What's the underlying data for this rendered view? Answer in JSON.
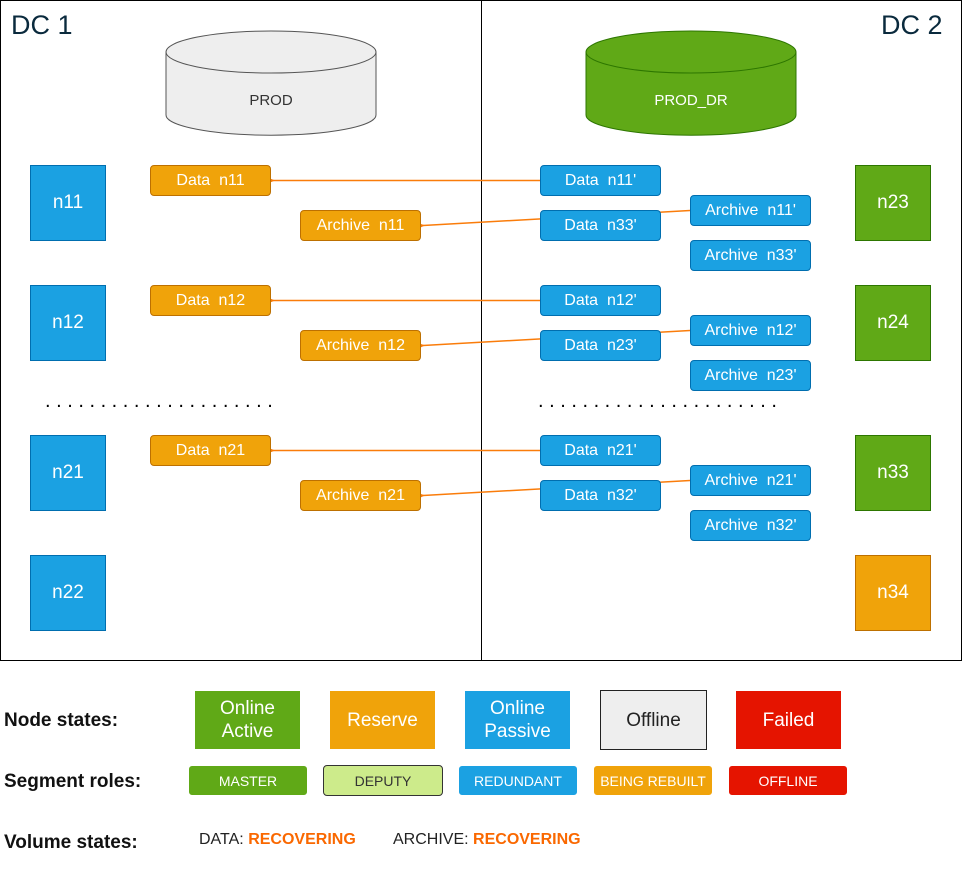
{
  "dc1": {
    "title": "DC 1",
    "database": {
      "label": "PROD",
      "state": "Offline",
      "color": "#eeeeee"
    },
    "nodes": [
      {
        "id": "n11",
        "state": "Online Passive"
      },
      {
        "id": "n12",
        "state": "Online Passive"
      },
      {
        "id": "n21",
        "state": "Online Passive"
      },
      {
        "id": "n22",
        "state": "Online Passive"
      }
    ],
    "segments": [
      {
        "label": "Data  n11",
        "role": "BEING REBUILT"
      },
      {
        "label": "Archive  n11",
        "role": "BEING REBUILT"
      },
      {
        "label": "Data  n12",
        "role": "BEING REBUILT"
      },
      {
        "label": "Archive  n12",
        "role": "BEING REBUILT"
      },
      {
        "label": "Data  n21",
        "role": "BEING REBUILT"
      },
      {
        "label": "Archive  n21",
        "role": "BEING REBUILT"
      }
    ],
    "ellipsis": ". . . . . . . . . . . . . . . . . . . . ."
  },
  "dc2": {
    "title": "DC 2",
    "database": {
      "label": "PROD_DR",
      "state": "Online Active",
      "color": "#60a917"
    },
    "nodes": [
      {
        "id": "n23",
        "state": "Online Active"
      },
      {
        "id": "n24",
        "state": "Online Active"
      },
      {
        "id": "n33",
        "state": "Online Active"
      },
      {
        "id": "n34",
        "state": "Reserve"
      }
    ],
    "data_segments": [
      {
        "label": "Data  n11'",
        "role": "REDUNDANT"
      },
      {
        "label": "Data  n33'",
        "role": "REDUNDANT"
      },
      {
        "label": "Data  n12'",
        "role": "REDUNDANT"
      },
      {
        "label": "Data  n23'",
        "role": "REDUNDANT"
      },
      {
        "label": "Data  n21'",
        "role": "REDUNDANT"
      },
      {
        "label": "Data  n32'",
        "role": "REDUNDANT"
      }
    ],
    "archive_segments": [
      {
        "label": "Archive  n11'",
        "role": "REDUNDANT"
      },
      {
        "label": "Archive  n33'",
        "role": "REDUNDANT"
      },
      {
        "label": "Archive  n12'",
        "role": "REDUNDANT"
      },
      {
        "label": "Archive  n23'",
        "role": "REDUNDANT"
      },
      {
        "label": "Archive  n21'",
        "role": "REDUNDANT"
      },
      {
        "label": "Archive  n32'",
        "role": "REDUNDANT"
      }
    ],
    "ellipsis": ". . . . . . . . . . . . . . . . . . . . . ."
  },
  "replication": {
    "color": "#fa7c0a",
    "links": [
      {
        "from": "Data  n11'",
        "to": "Data  n11"
      },
      {
        "from": "Archive  n11'",
        "to": "Archive  n11"
      },
      {
        "from": "Data  n12'",
        "to": "Data  n12"
      },
      {
        "from": "Archive  n12'",
        "to": "Archive  n12"
      },
      {
        "from": "Data  n21'",
        "to": "Data  n21"
      },
      {
        "from": "Archive  n21'",
        "to": "Archive  n21"
      }
    ]
  },
  "legend": {
    "node_states_label": "Node states:",
    "node_states": [
      {
        "line1": "Online",
        "line2": "Active",
        "color": "#60a917"
      },
      {
        "line1": "Reserve",
        "line2": "",
        "color": "#f0a30a"
      },
      {
        "line1": "Online",
        "line2": "Passive",
        "color": "#1ba1e2"
      },
      {
        "line1": "Offline",
        "line2": "",
        "color": "#eeeeee"
      },
      {
        "line1": "Failed",
        "line2": "",
        "color": "#e51400"
      }
    ],
    "segment_roles_label": "Segment roles:",
    "segment_roles": [
      {
        "label": "MASTER",
        "color": "#60a917"
      },
      {
        "label": "DEPUTY",
        "color": "#cdeb8b"
      },
      {
        "label": "REDUNDANT",
        "color": "#1ba1e2"
      },
      {
        "label": "BEING REBUILT",
        "color": "#f0a30a"
      },
      {
        "label": "OFFLINE",
        "color": "#e51400"
      }
    ],
    "volume_states_label": "Volume states:",
    "volume_states": [
      {
        "name": "DATA:",
        "state": "RECOVERING"
      },
      {
        "name": "ARCHIVE:",
        "state": "RECOVERING"
      }
    ]
  }
}
